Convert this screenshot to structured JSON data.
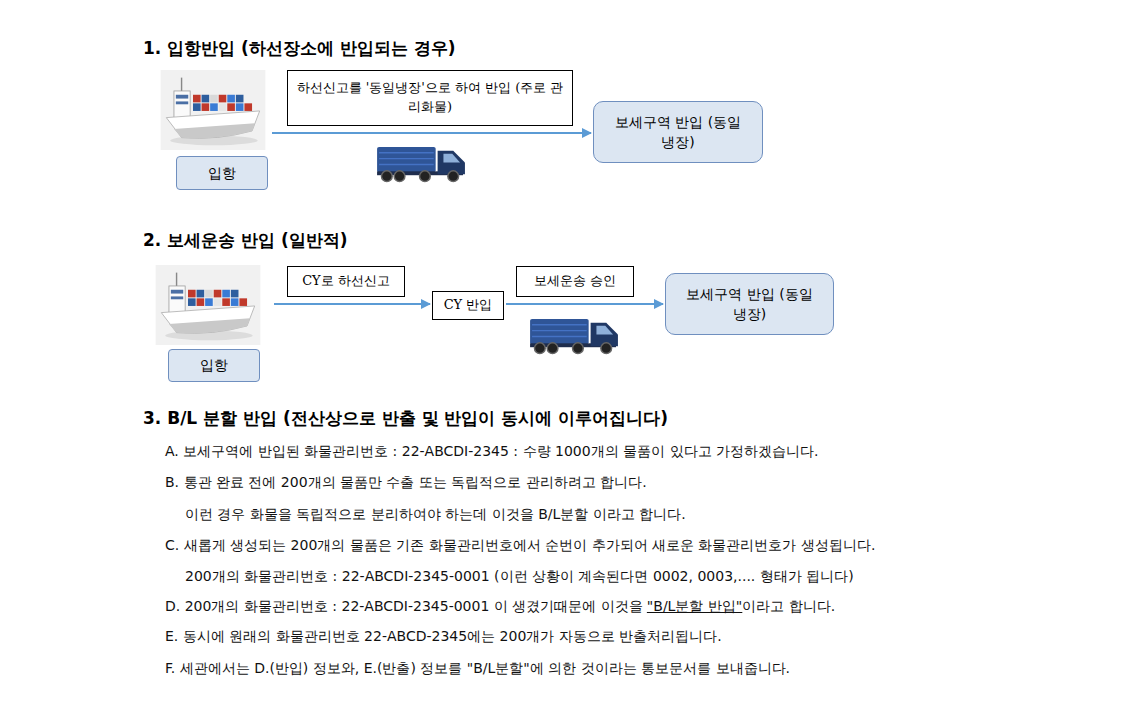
{
  "diagram": {
    "nodes": [
      {
        "text": [
          "입항"
        ]
      },
      {
        "text": [
          "하선신고를 '동일냉장'으로 하여 반입 (주로 관리화물)"
        ]
      },
      {
        "text": [
          "보세구역 반입 (동일냉장)"
        ]
      },
      {
        "text": [
          "입항"
        ]
      },
      {
        "text": [
          "CY로 하선신고"
        ]
      },
      {
        "text": [
          "CY 반입"
        ]
      },
      {
        "text": [
          "보세운송 승인"
        ]
      },
      {
        "text": [
          "보세구역 반입 (동일냉장)"
        ]
      }
    ],
    "edges": [
      {
        "from": 0,
        "to": 2,
        "arrow": "to"
      },
      {
        "from": 3,
        "to": 5,
        "arrow": "to"
      },
      {
        "from": 5,
        "to": 7,
        "arrow": "to"
      }
    ],
    "labels": [
      "1. 입항반입 (하선장소에 반입되는 경우)",
      "2. 보세운송 반입 (일반적)",
      "3. B/L 분할 반입 (전산상으로 반출 및 반입이 동시에 이루어집니다)",
      "A. 보세구역에 반입된 화물관리번호 : 22-ABCDI-2345 : 수량 1000개의 물품이 있다고 가정하겠습니다.",
      "B. 통관 완료 전에 200개의 물품만 수출 또는 독립적으로 관리하려고 합니다.",
      "이런 경우 화물을 독립적으로 분리하여야 하는데 이것을 B/L분할 이라고 합니다.",
      "C. 새롭게 생성되는 200개의 물품은 기존 화물관리번호에서 순번이 추가되어 새로운 화물관리번호가 생성됩니다.",
      "200개의 화물관리번호 : 22-ABCDI-2345-0001 (이런 상황이 계속된다면 0002, 0003,.... 형태가 됩니다)",
      "D. 200개의 화물관리번호 : 22-ABCDI-2345-0001 이 생겼기때문에 이것을",
      "\"B/L분할 반입\"",
      "이라고 합니다.",
      "E. 동시에 원래의 화물관리번호 22-ABCD-2345에는 200개가 자동으로 반출처리됩니다.",
      "F. 세관에서는 D.(반입) 정보와, E.(반출) 정보를 \"B/L분할\"에 의한 것이라는 통보문서를 보내줍니다."
    ]
  }
}
